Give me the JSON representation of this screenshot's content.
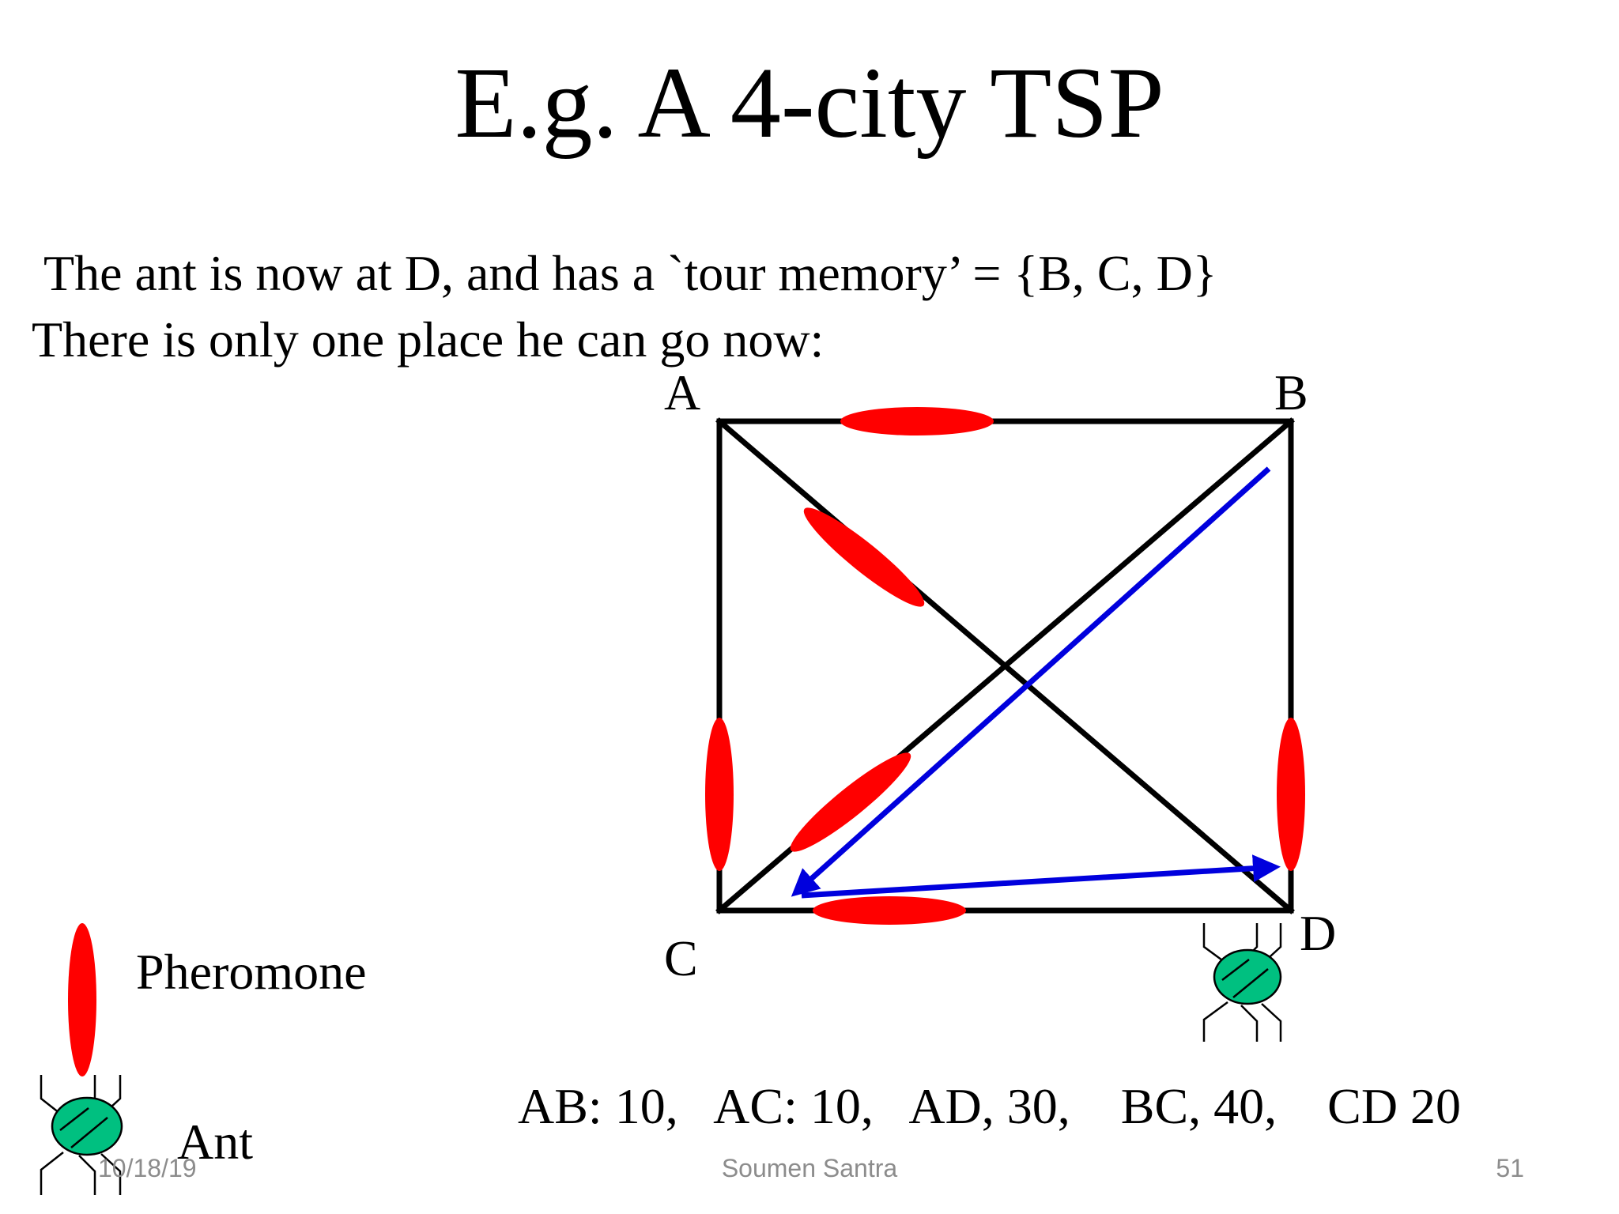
{
  "title": "E.g. A 4-city TSP",
  "text": {
    "line1": "The ant is now at D, and has a `tour memory’ = {B, C, D}",
    "line2": "There is only one place he can go now:"
  },
  "graph": {
    "nodes": [
      "A",
      "B",
      "C",
      "D"
    ],
    "edges": [
      "AB",
      "AC",
      "AD",
      "BC",
      "BD",
      "CD"
    ],
    "pheromone_edges": [
      "AB",
      "AD",
      "AC",
      "BC",
      "BD",
      "CD"
    ],
    "ant_path": [
      "B",
      "C",
      "D"
    ],
    "ant_position": "D"
  },
  "legend": {
    "pheromone": "Pheromone",
    "ant": "Ant"
  },
  "distances": "AB: 10,   AC: 10,   AD, 30,    BC, 40,    CD 20",
  "footer": {
    "date": "10/18/19",
    "author": "Soumen Santra",
    "page": "51"
  },
  "colors": {
    "edge": "#000000",
    "pheromone": "#ff0000",
    "path": "#0000dd",
    "ant_body": "#00c080"
  }
}
